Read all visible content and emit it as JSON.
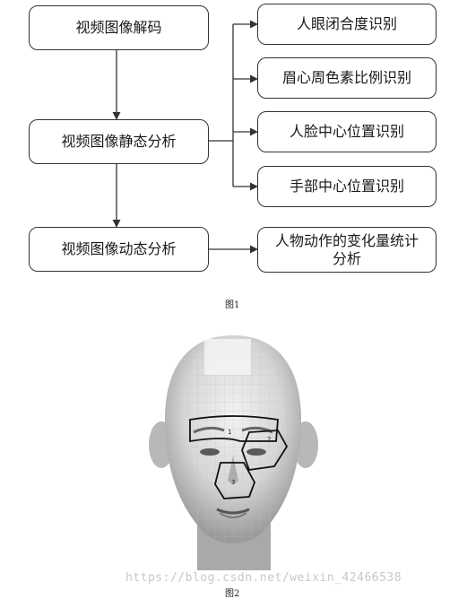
{
  "flowchart": {
    "decode": "视频图像解码",
    "static_analysis": "视频图像静态分析",
    "dynamic_analysis": "视频图像动态分析",
    "eye_closure": "人眼闭合度识别",
    "brow_ratio": "眉心周色素比例识别",
    "face_center": "人脸中心位置识别",
    "hand_center": "手部中心位置识别",
    "motion_stats": "人物动作的变化量统计分析"
  },
  "captions": {
    "fig1": "图1",
    "fig2": "图2"
  },
  "face": {
    "region_label_1": "1",
    "region_label_2": "2",
    "region_label_3": "3"
  },
  "watermark": "https://blog.csdn.net/weixin_42466538"
}
